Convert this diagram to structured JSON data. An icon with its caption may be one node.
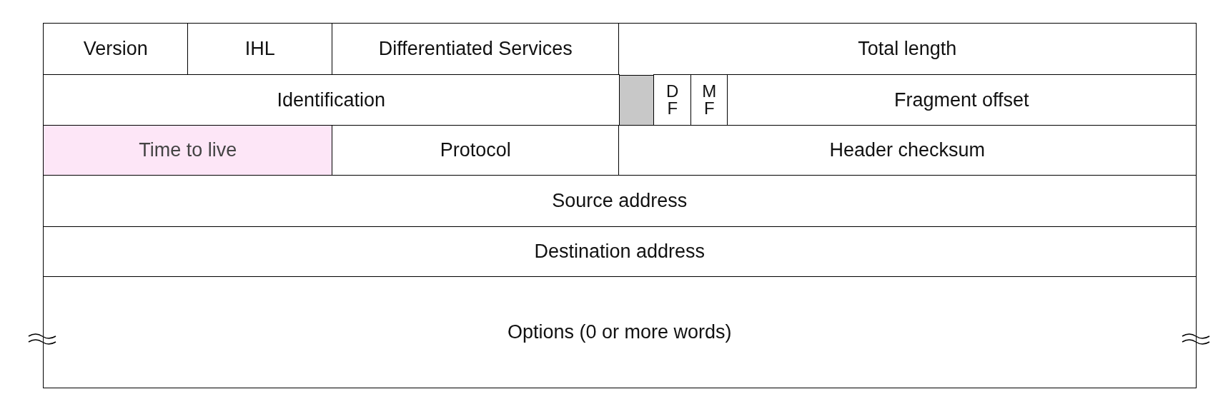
{
  "diagram": {
    "labels": [
      "Version",
      "IHL",
      "Differentiated Services",
      "Total length",
      "Identification",
      "D F",
      "M F",
      "Fragment offset",
      "Time to live",
      "Protocol",
      "Header checksum",
      "Source address",
      "Destination address",
      "Options (0 or more words)"
    ]
  }
}
